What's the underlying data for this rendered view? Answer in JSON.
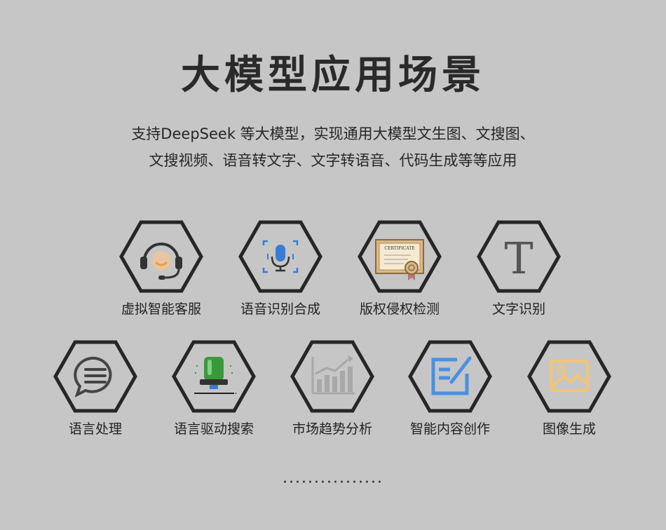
{
  "title": "大模型应用场景",
  "subtitle": {
    "line1": "支持DeepSeek 等大模型，实现通用大模型文生图、文搜图、",
    "line2": "文搜视频、语音转文字、文字转语音、代码生成等等应用"
  },
  "scenarios_row1": [
    {
      "label": "虚拟智能客服",
      "icon": "headset-icon"
    },
    {
      "label": "语音识别合成",
      "icon": "microphone-icon"
    },
    {
      "label": "版权侵权检测",
      "icon": "certificate-icon"
    },
    {
      "label": "文字识别",
      "icon": "text-t-icon"
    }
  ],
  "scenarios_row2": [
    {
      "label": "语言处理",
      "icon": "chat-bubble-icon"
    },
    {
      "label": "语言驱动搜索",
      "icon": "button-search-icon"
    },
    {
      "label": "市场趋势分析",
      "icon": "bar-chart-icon"
    },
    {
      "label": "智能内容创作",
      "icon": "edit-document-icon"
    },
    {
      "label": "图像生成",
      "icon": "image-icon"
    }
  ],
  "certificate_text": "CERTIFICATE",
  "text_icon_glyph": "T",
  "footer_dots": "················",
  "colors": {
    "background": "#c6c6c6",
    "hex_stroke": "#262626",
    "headset_orange": "#e8a04a",
    "mic_blue": "#3a7bd5",
    "cert_tan": "#d9b98a",
    "green_button": "#3a9a3a",
    "chart_gray": "#a8a8a8",
    "edit_blue": "#4a90e2",
    "image_yellow": "#f2c572"
  }
}
